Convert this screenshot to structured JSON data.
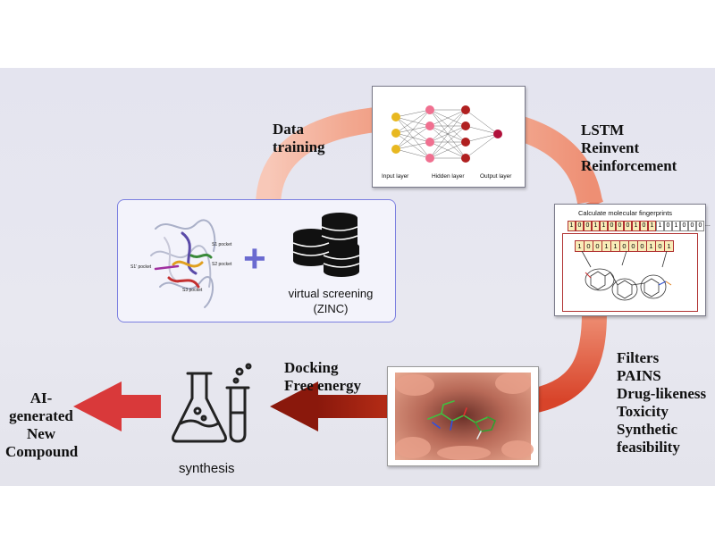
{
  "steps": {
    "data_training": [
      "Data",
      "training"
    ],
    "generation": [
      "LSTM",
      "Reinvent",
      "Reinforcement"
    ],
    "filters": [
      "Filters",
      "PAINS",
      "Drug-likeness",
      "Toxicity",
      "Synthetic",
      "feasibility"
    ],
    "docking": [
      "Docking",
      "Free energy"
    ]
  },
  "input_panel": {
    "pocket_labels": {
      "s1": "S1 pocket",
      "s1_prime": "S1' pocket",
      "s2": "S2 pocket",
      "s3": "S3 pocket"
    },
    "plus": "+",
    "screening": [
      "virtual screening",
      "(ZINC)"
    ]
  },
  "neural_net": {
    "input": "Input layer",
    "hidden": "Hidden layer",
    "output": "Output layer"
  },
  "fingerprints": {
    "title": "Calculate molecular fingerprints",
    "bits_top": [
      "1",
      "0",
      "0",
      "1",
      "1",
      "0",
      "0",
      "0",
      "1",
      "0",
      "1",
      "1",
      "0",
      "1",
      "0",
      "0",
      "0"
    ],
    "bits_bottom": [
      "1",
      "0",
      "0",
      "1",
      "1",
      "0",
      "0",
      "0",
      "1",
      "0",
      "1"
    ],
    "ellipsis": "..."
  },
  "synthesis": "synthesis",
  "result": [
    "AI-",
    "generated",
    "New",
    "Compound"
  ],
  "colors": {
    "arrow_light": "#f6b9a6",
    "arrow_dark": "#a32010",
    "result_arrow": "#d9393a",
    "panel_border": "#7b7fe0"
  }
}
